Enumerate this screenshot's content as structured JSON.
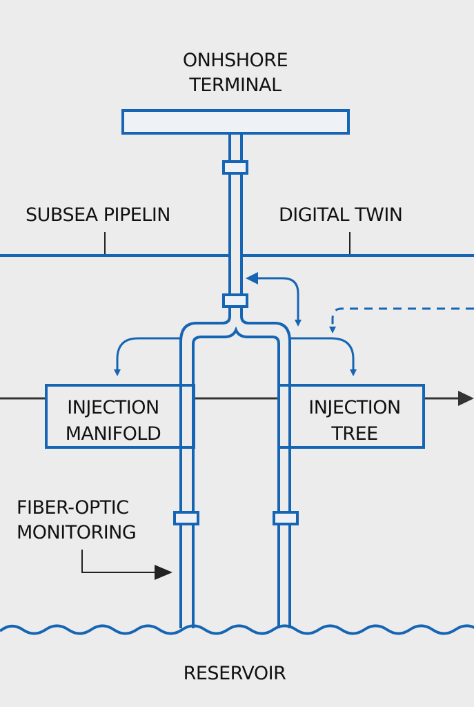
{
  "labels": {
    "onshore_terminal": [
      "ONHSHORE",
      "TERMINAL"
    ],
    "subsea_pipeline": "SUBSEA PIPELIN",
    "digital_twin": "DIGITAL TWIN",
    "injection_manifold": [
      "INJECTION",
      "MANIFOLD"
    ],
    "injection_tree": [
      "INJECTION",
      "TREE"
    ],
    "fiber_optic_monitoring": [
      "FIBER-OPTIC",
      "MONITORING"
    ],
    "reservoir": "RESERVOIR"
  },
  "colors": {
    "pipe_blue": "#1565b4",
    "text": "#111111",
    "dark_line": "#333333",
    "background": "#ececec"
  }
}
